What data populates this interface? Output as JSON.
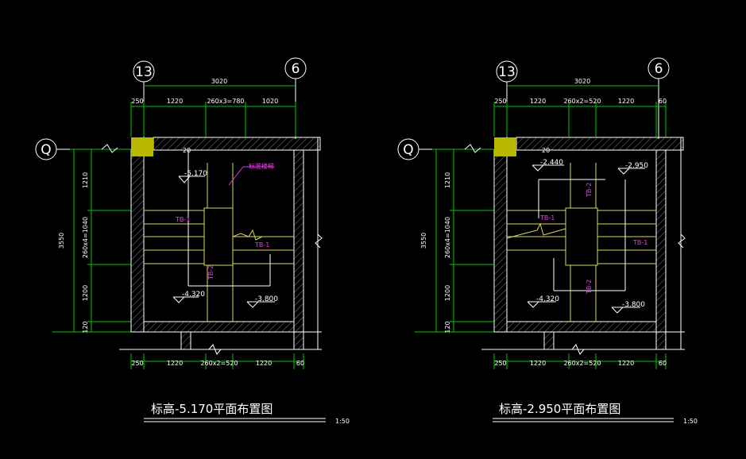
{
  "colors": {
    "background": "#000000",
    "dimension": "#00c800",
    "wall": "#ffffff",
    "stair": "#d8d860",
    "label": "#e040e0",
    "column": "#b8b800"
  },
  "plans": [
    {
      "axis_left": "13",
      "axis_right": "6",
      "axis_row": "Q",
      "dim_total": "3020",
      "dim_top": [
        "250",
        "1220",
        "260x3=780",
        "1020"
      ],
      "dim_bottom": [
        "250",
        "1220",
        "260x2=520",
        "1220",
        "60"
      ],
      "dim_left": [
        "1210",
        "260x4=1040",
        "1200",
        "120"
      ],
      "dim_left_total": "3550",
      "dim_small": "20",
      "levels": [
        "-5.170",
        "-4.320",
        "-3.800"
      ],
      "tags": [
        "TB-1",
        "TB-1",
        "TB-2"
      ],
      "note": "标准楼梯",
      "title": "标高-5.170平面布置图",
      "scale": "1:50"
    },
    {
      "axis_left": "13",
      "axis_right": "6",
      "axis_row": "Q",
      "dim_total": "3020",
      "dim_top": [
        "250",
        "1220",
        "260x2=520",
        "1220",
        "60"
      ],
      "dim_bottom": [
        "250",
        "1220",
        "260x2=520",
        "1220",
        "60"
      ],
      "dim_left": [
        "1210",
        "260x4=1040",
        "1200",
        "120"
      ],
      "dim_left_total": "3550",
      "dim_small": "20",
      "levels": [
        "-2.440",
        "-2.950",
        "-4.320",
        "-3.800"
      ],
      "tags": [
        "TB-1",
        "TB-1",
        "TB-2",
        "TB-2"
      ],
      "title": "标高-2.950平面布置图",
      "scale": "1:50"
    }
  ]
}
